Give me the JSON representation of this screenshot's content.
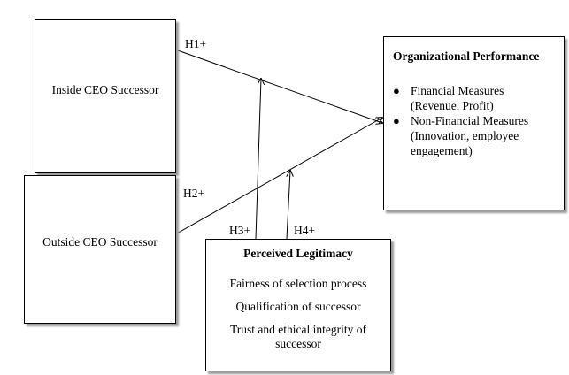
{
  "inside_box": {
    "label": "Inside CEO Successor"
  },
  "outside_box": {
    "label": "Outside CEO Successor"
  },
  "org_box": {
    "title": "Organizational Performance",
    "items": [
      {
        "line1": "Financial Measures",
        "line2": "(Revenue, Profit)"
      },
      {
        "line1": "Non-Financial Measures",
        "line2": "(Innovation, employee",
        "line3": "engagement)"
      }
    ]
  },
  "legitimacy_box": {
    "title": "Perceived Legitimacy",
    "items": [
      "Fairness of selection process",
      "Qualification of successor",
      "Trust and ethical integrity of",
      "successor"
    ]
  },
  "hypotheses": {
    "h1": "H1+",
    "h2": "H2+",
    "h3": "H3+",
    "h4": "H4+"
  }
}
